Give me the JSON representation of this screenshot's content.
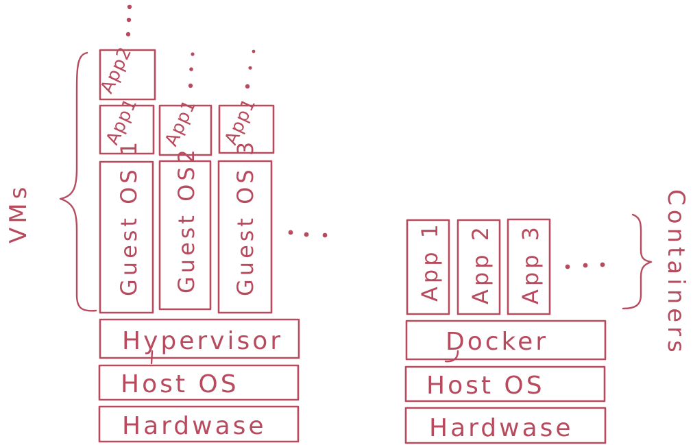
{
  "vm_stack": {
    "brace_label": "VMs",
    "hardware": "Hardwase",
    "host_os": "Host OS",
    "hypervisor": "Hypervisor",
    "guest_os": [
      "Guest OS 1",
      "Guest OS2",
      "Guest OS 3"
    ],
    "app1": [
      "App1",
      "App1",
      "App1"
    ],
    "app2": "App2"
  },
  "container_stack": {
    "brace_label": "Containers",
    "hardware": "Hardwase",
    "host_os": "Host OS",
    "engine": "Docker",
    "apps": [
      "App 1",
      "App 2",
      "App 3"
    ]
  },
  "colors": {
    "ink": "#b84a5e",
    "background": "#ffffff"
  }
}
